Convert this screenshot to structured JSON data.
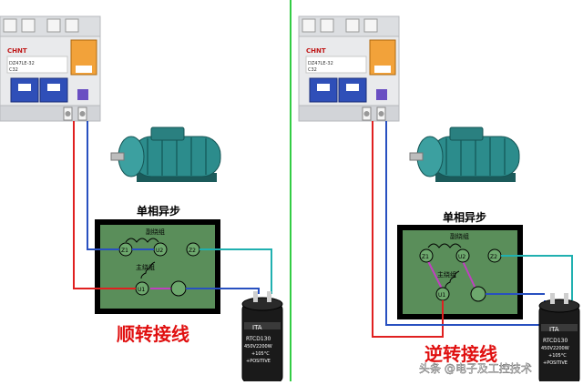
{
  "brand": "CHNT",
  "breaker_model": "DZ47LE-32",
  "breaker_rating": "C32",
  "motor_title": "单相异步",
  "aux_winding_label": "副绕组",
  "main_winding_label": "主绕组",
  "terminals": {
    "z1": "Z1",
    "u2": "U2",
    "z2": "Z2",
    "u1": "U1"
  },
  "capacitor": {
    "brand": "ITA",
    "model": "RTCD130",
    "voltage": "450V2200W",
    "temp": "+105°C",
    "polarity": "+POSITIVE"
  },
  "captions": {
    "left": "顺转接线",
    "right": "逆转接线"
  },
  "watermark": "头条 @电子及工控技术",
  "colors": {
    "live_wire": "#e02020",
    "neutral_wire": "#2850c0",
    "aux_wire": "#20b0b0",
    "panel": "#5a8e5a",
    "divider": "#33cc44",
    "jumper": "#c040c0",
    "caption": "#e01010"
  }
}
